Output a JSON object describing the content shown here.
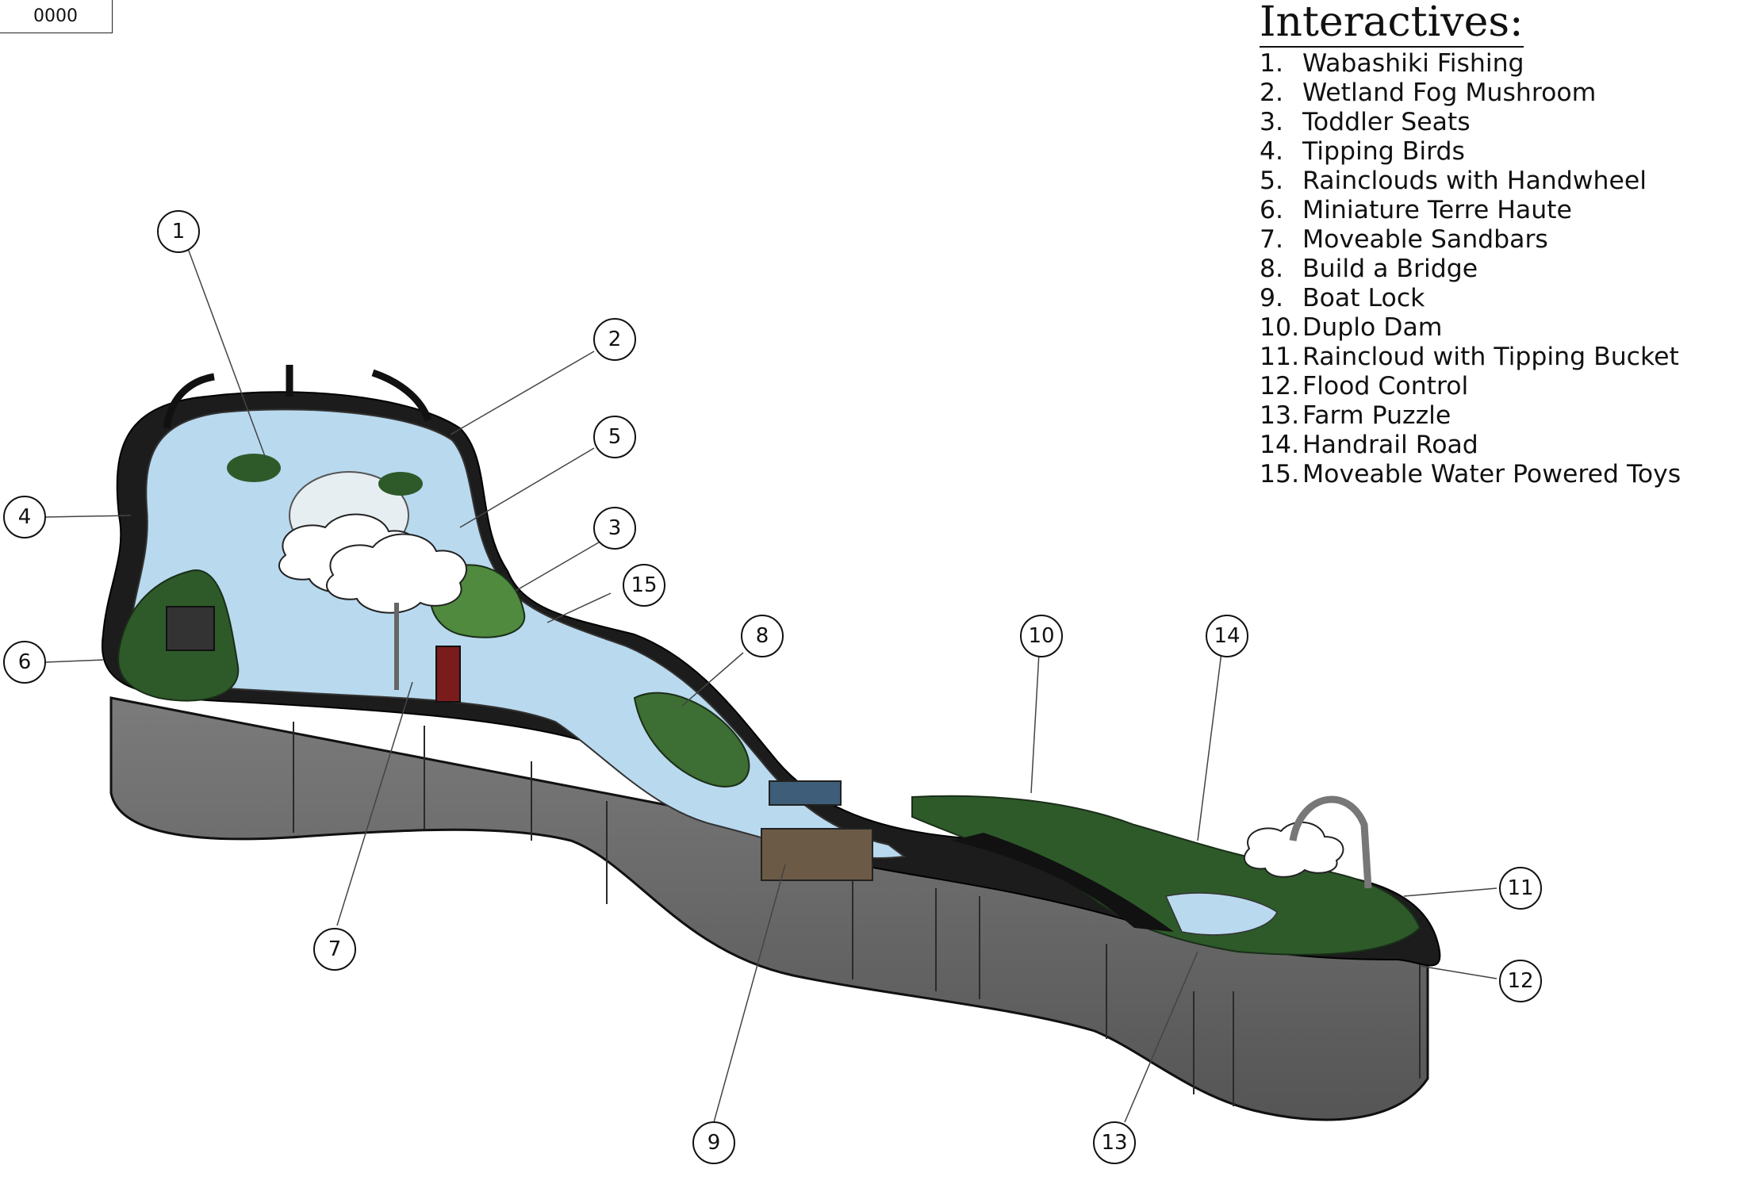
{
  "sheet_code": "0000",
  "legend": {
    "title": "Interactives:",
    "items": [
      {
        "num": "1.",
        "label": "Wabashiki Fishing"
      },
      {
        "num": "2.",
        "label": "Wetland Fog Mushroom"
      },
      {
        "num": "3.",
        "label": "Toddler Seats"
      },
      {
        "num": "4.",
        "label": "Tipping Birds"
      },
      {
        "num": "5.",
        "label": "Rainclouds with Handwheel"
      },
      {
        "num": "6.",
        "label": "Miniature Terre Haute"
      },
      {
        "num": "7.",
        "label": "Moveable Sandbars"
      },
      {
        "num": "8.",
        "label": "Build a Bridge"
      },
      {
        "num": "9.",
        "label": "Boat Lock"
      },
      {
        "num": "10.",
        "label": "Duplo Dam"
      },
      {
        "num": "11.",
        "label": "Raincloud with Tipping Bucket"
      },
      {
        "num": "12.",
        "label": "Flood Control"
      },
      {
        "num": "13.",
        "label": "Farm Puzzle"
      },
      {
        "num": "14.",
        "label": "Handrail Road"
      },
      {
        "num": "15.",
        "label": "Moveable Water Powered Toys"
      }
    ]
  },
  "callouts": [
    "1",
    "2",
    "3",
    "4",
    "5",
    "6",
    "7",
    "8",
    "9",
    "10",
    "11",
    "12",
    "13",
    "14",
    "15"
  ],
  "colors": {
    "wall": "#6e6e6e",
    "wall_dark": "#4a4a4a",
    "rim": "#1c1c1c",
    "water": "#b9d9ee",
    "grass": "#2e5a2a",
    "grass_light": "#5f9a4a",
    "cloud": "#ffffff"
  }
}
